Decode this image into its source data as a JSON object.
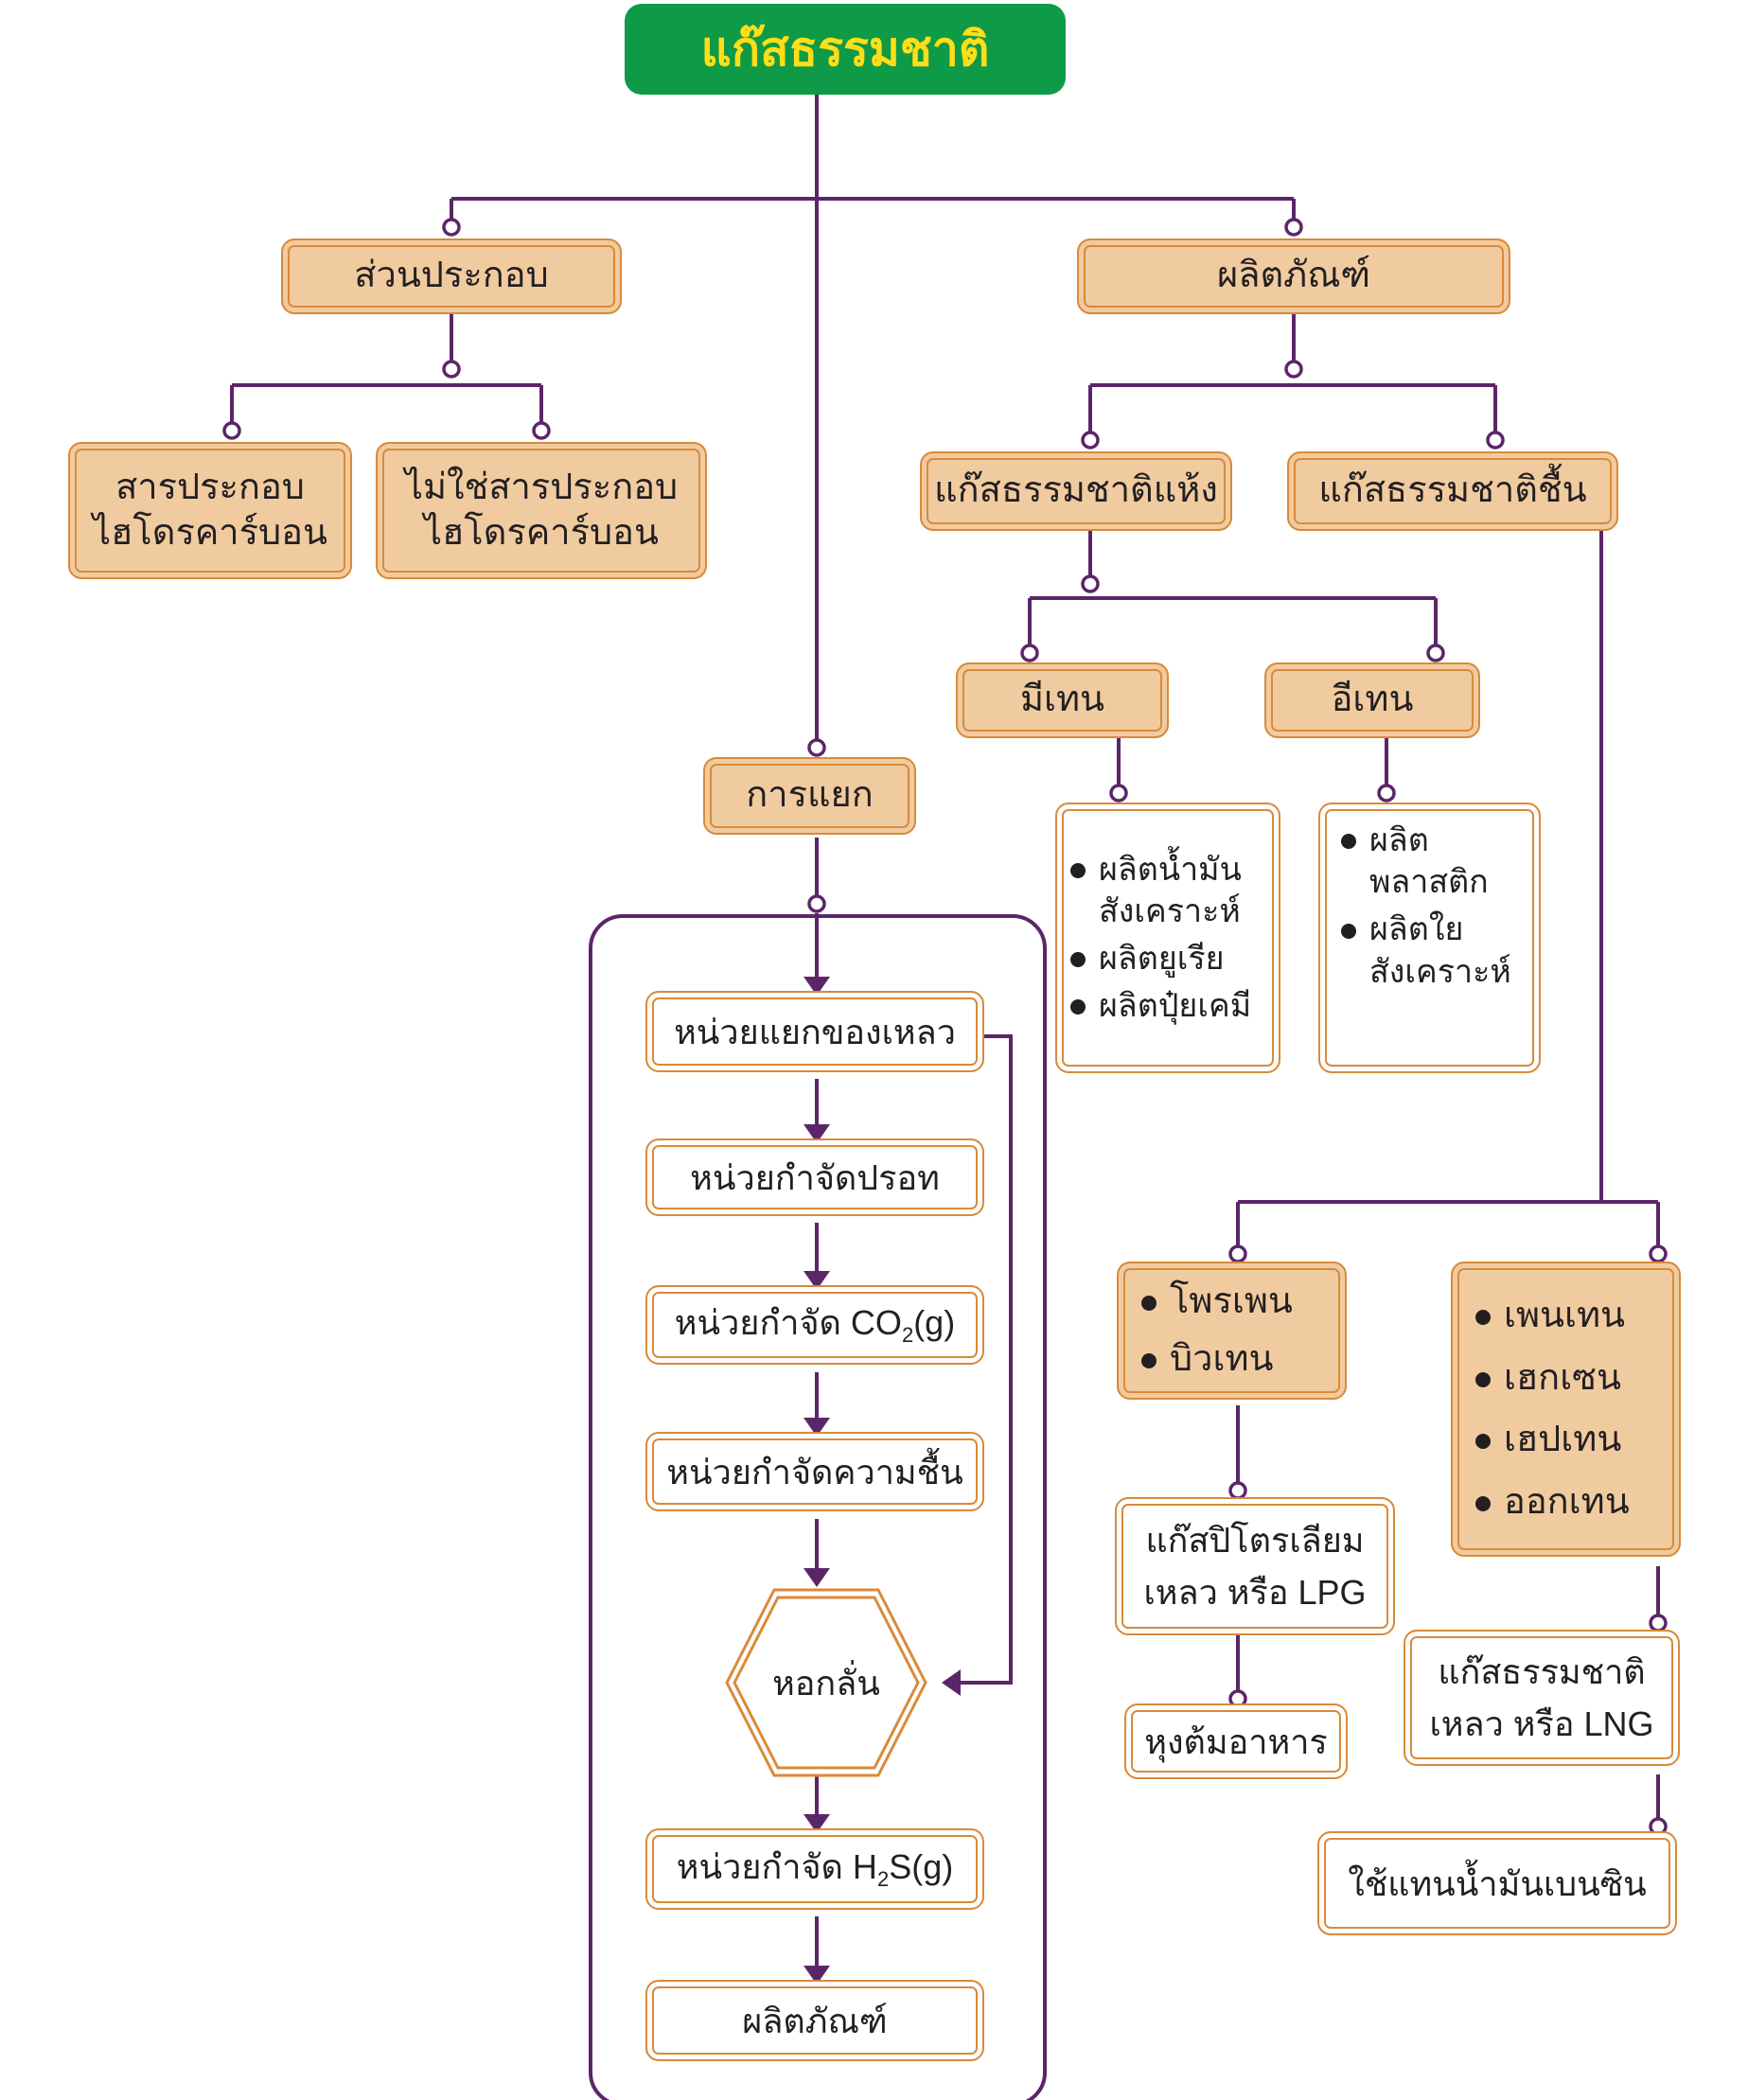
{
  "title": "แก๊สธรรมชาติ",
  "composition": {
    "label": "ส่วนประกอบ",
    "hydrocarbon": [
      "สารประกอบ",
      "ไฮโดรคาร์บอน"
    ],
    "non_hydrocarbon": [
      "ไม่ใช่สารประกอบ",
      "ไฮโดรคาร์บอน"
    ]
  },
  "separation": {
    "label": "การแยก",
    "steps": {
      "liquid": "หน่วยแยกของเหลว",
      "mercury": "หน่วยกำจัดปรอท",
      "co2_prefix": "หน่วยกำจัด CO",
      "co2_sub": "2",
      "co2_suffix": "(g)",
      "moisture": "หน่วยกำจัดความชื้น",
      "distill": "หอกลั่น",
      "h2s_prefix": "หน่วยกำจัด H",
      "h2s_sub": "2",
      "h2s_suffix": "S(g)",
      "product": "ผลิตภัณฑ์"
    }
  },
  "products": {
    "label": "ผลิตภัณฑ์",
    "dry_gas": "แก๊สธรรมชาติแห้ง",
    "wet_gas": "แก๊สธรรมชาติชื้น",
    "methane": {
      "label": "มีเทน",
      "uses": [
        [
          "ผลิตน้ำมัน",
          "สังเคราะห์"
        ],
        [
          "ผลิตยูเรีย"
        ],
        [
          "ผลิตปุ๋ยเคมี"
        ]
      ]
    },
    "ethane": {
      "label": "อีเทน",
      "uses": [
        [
          "ผลิต",
          "พลาสติก"
        ],
        [
          "ผลิตใย",
          "สังเคราะห์"
        ]
      ]
    },
    "light": [
      "โพรเพน",
      "บิวเทน"
    ],
    "heavy": [
      "เพนเทน",
      "เฮกเซน",
      "เฮปเทน",
      "ออกเทน"
    ],
    "lpg": [
      "แก๊สปิโตรเลียม",
      "เหลว  หรือ  LPG"
    ],
    "lpg_use": "หุงต้มอาหาร",
    "lng": [
      "แก๊สธรรมชาติ",
      "เหลว  หรือ  LNG"
    ],
    "lng_use": "ใช้แทนน้ำมันเบนซิน"
  },
  "colors": {
    "line": "#5b2669",
    "box_fill": "#f0cba0",
    "box_border": "#d98a3a",
    "title_bg": "#0f9a47",
    "title_text": "#ffde17"
  }
}
